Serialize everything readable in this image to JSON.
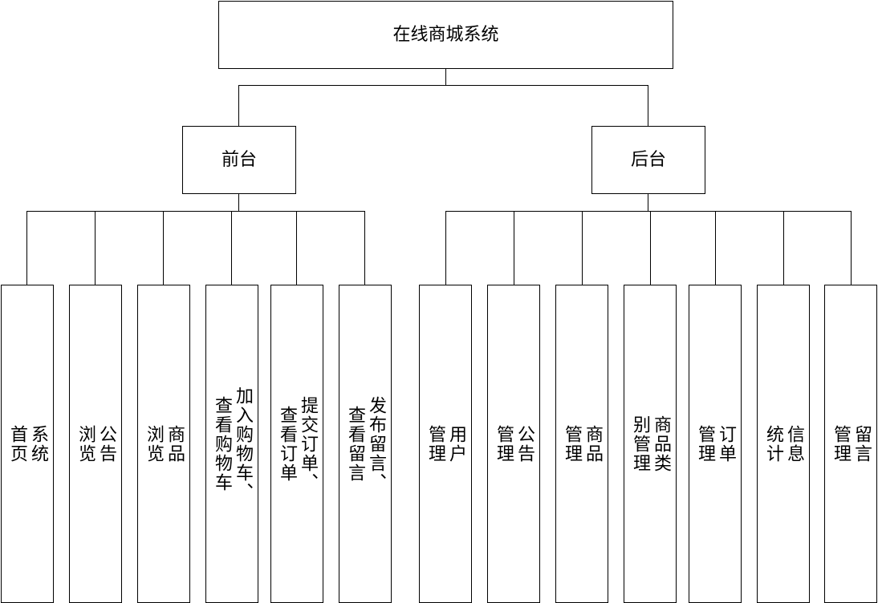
{
  "root": {
    "label": "在线商城系统"
  },
  "front": {
    "label": "前台",
    "items": [
      {
        "lines": [
          "系统",
          "首页"
        ]
      },
      {
        "lines": [
          "公告",
          "浏览"
        ]
      },
      {
        "lines": [
          "商品",
          "浏览"
        ]
      },
      {
        "lines": [
          "加入购物车、",
          "查看购物车"
        ]
      },
      {
        "lines": [
          "提交订单、",
          "查看订单"
        ]
      },
      {
        "lines": [
          "发布留言、",
          "查看留言"
        ]
      }
    ]
  },
  "back": {
    "label": "后台",
    "items": [
      {
        "lines": [
          "用户",
          "管理"
        ]
      },
      {
        "lines": [
          "公告",
          "管理"
        ]
      },
      {
        "lines": [
          "商品",
          "管理"
        ]
      },
      {
        "lines": [
          "商品类",
          "别管理"
        ]
      },
      {
        "lines": [
          "订单",
          "管理"
        ]
      },
      {
        "lines": [
          "信息",
          "统计"
        ]
      },
      {
        "lines": [
          "留言",
          "管理"
        ]
      }
    ]
  }
}
